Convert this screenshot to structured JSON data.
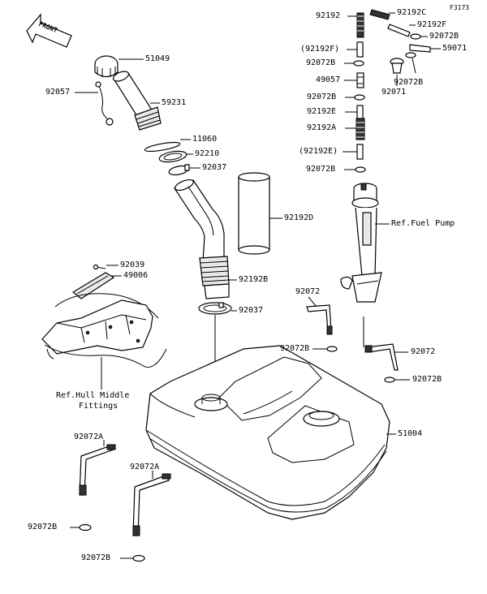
{
  "figure_code": "F3173",
  "front_arrow": "FRONT",
  "labels": {
    "p51049": "51049",
    "p92057": "92057",
    "p59231": "59231",
    "p11060": "11060",
    "p92210": "92210",
    "p92037a": "92037",
    "p92192D": "92192D",
    "p92039": "92039",
    "p49006": "49006",
    "p92192B": "92192B",
    "p92037b": "92037",
    "ref_hull": "Ref.Hull Middle",
    "ref_hull2": "Fittings",
    "p92192": "92192",
    "p92192C": "92192C",
    "p92192F_a": "92192F",
    "p92192F_b": "(92192F)",
    "p92072B_1": "92072B",
    "p92072B_2": "92072B",
    "p59071": "59071",
    "p49057": "49057",
    "p92072B_3": "92072B",
    "p92071": "92071",
    "p92072B_4": "92072B",
    "p92192E_a": "92192E",
    "p92192A": "92192A",
    "p92192E_b": "(92192E)",
    "p92072B_5": "92072B",
    "ref_pump": "Ref.Fuel Pump",
    "p92072_a": "92072",
    "p92072B_6": "92072B",
    "p92072_b": "92072",
    "p92072B_7": "92072B",
    "p51004": "51004",
    "p92072A_a": "92072A",
    "p92072A_b": "92072A",
    "p92072B_8": "92072B",
    "p92072B_9": "92072B"
  }
}
